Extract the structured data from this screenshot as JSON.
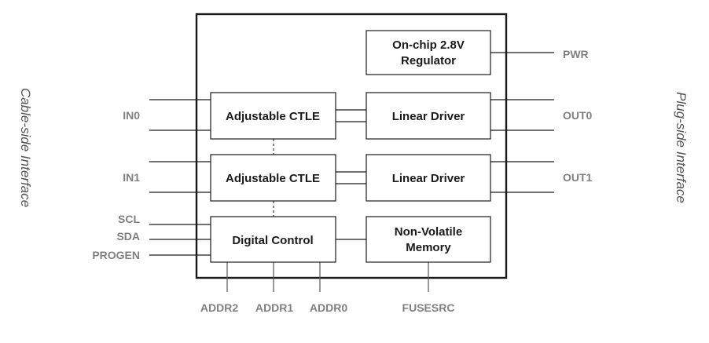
{
  "blocks": {
    "regulator": [
      "On-chip 2.8V",
      "Regulator"
    ],
    "ctle0": "Adjustable CTLE",
    "ctle1": "Adjustable CTLE",
    "driver0": "Linear Driver",
    "driver1": "Linear Driver",
    "digital": "Digital Control",
    "memory": [
      "Non-Volatile",
      "Memory"
    ]
  },
  "pins": {
    "in0": "IN0",
    "in1": "IN1",
    "scl": "SCL",
    "sda": "SDA",
    "progen": "PROGEN",
    "pwr": "PWR",
    "out0": "OUT0",
    "out1": "OUT1",
    "addr2": "ADDR2",
    "addr1": "ADDR1",
    "addr0": "ADDR0",
    "fusesrc": "FUSESRC"
  },
  "sides": {
    "left": "Cable-side Interface",
    "right": "Plug-side Interface"
  }
}
